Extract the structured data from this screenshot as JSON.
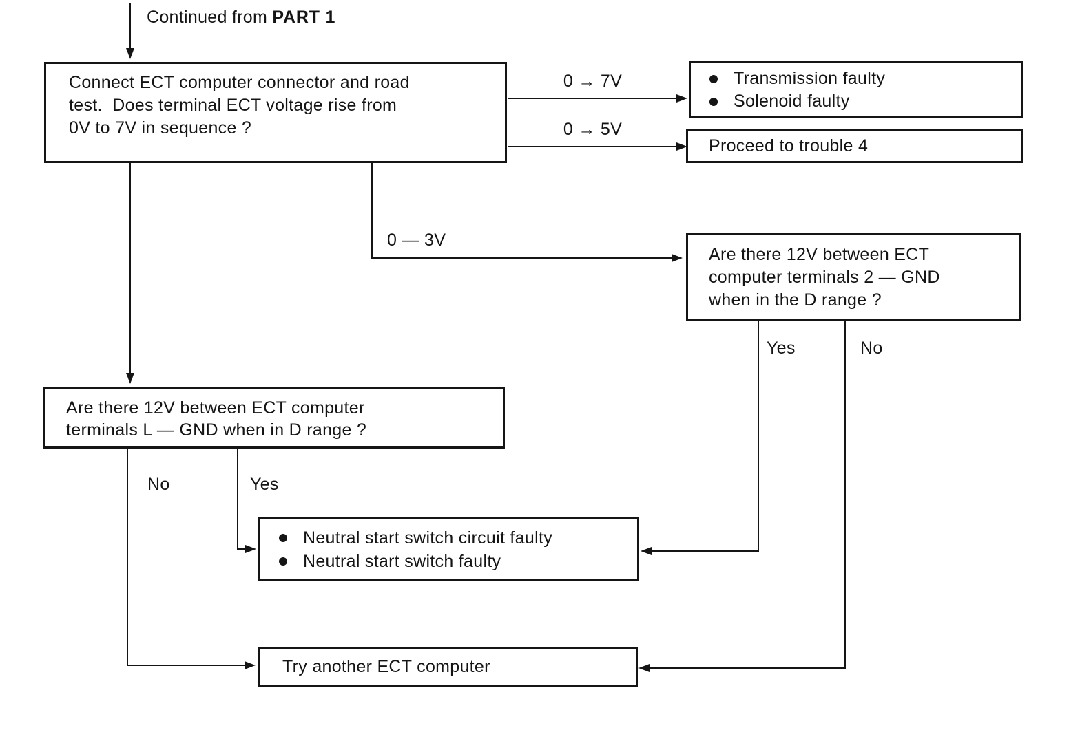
{
  "colors": {
    "ink": "#141414",
    "paper": "#ffffff"
  },
  "continued": {
    "prefix": "Continued from ",
    "part": "PART 1"
  },
  "nodes": {
    "connect": {
      "line1": "Connect ECT computer connector and road",
      "line2": "test.  Does terminal ECT voltage rise from",
      "line3": "0V to 7V in sequence ?"
    },
    "trans_solenoid": {
      "item1": "Transmission faulty",
      "item2": "Solenoid faulty"
    },
    "proceed": {
      "text": "Proceed to trouble 4"
    },
    "q_2gnd": {
      "line1": "Are there 12V between ECT",
      "line2": "computer terminals 2 — GND",
      "line3": "when in the D range ?"
    },
    "q_lgnd": {
      "line1": "Are there 12V between ECT computer",
      "line2": "terminals L — GND when in D range ?"
    },
    "neutral": {
      "item1": "Neutral start switch circuit faulty",
      "item2": "Neutral start switch faulty"
    },
    "try_ect": {
      "text": "Try another ECT computer"
    }
  },
  "edges": {
    "v7": "0 → 7V",
    "v5": "0 → 5V",
    "v3": "0 — 3V",
    "yes_right": "Yes",
    "no_right": "No",
    "no_left": "No",
    "yes_left": "Yes"
  }
}
